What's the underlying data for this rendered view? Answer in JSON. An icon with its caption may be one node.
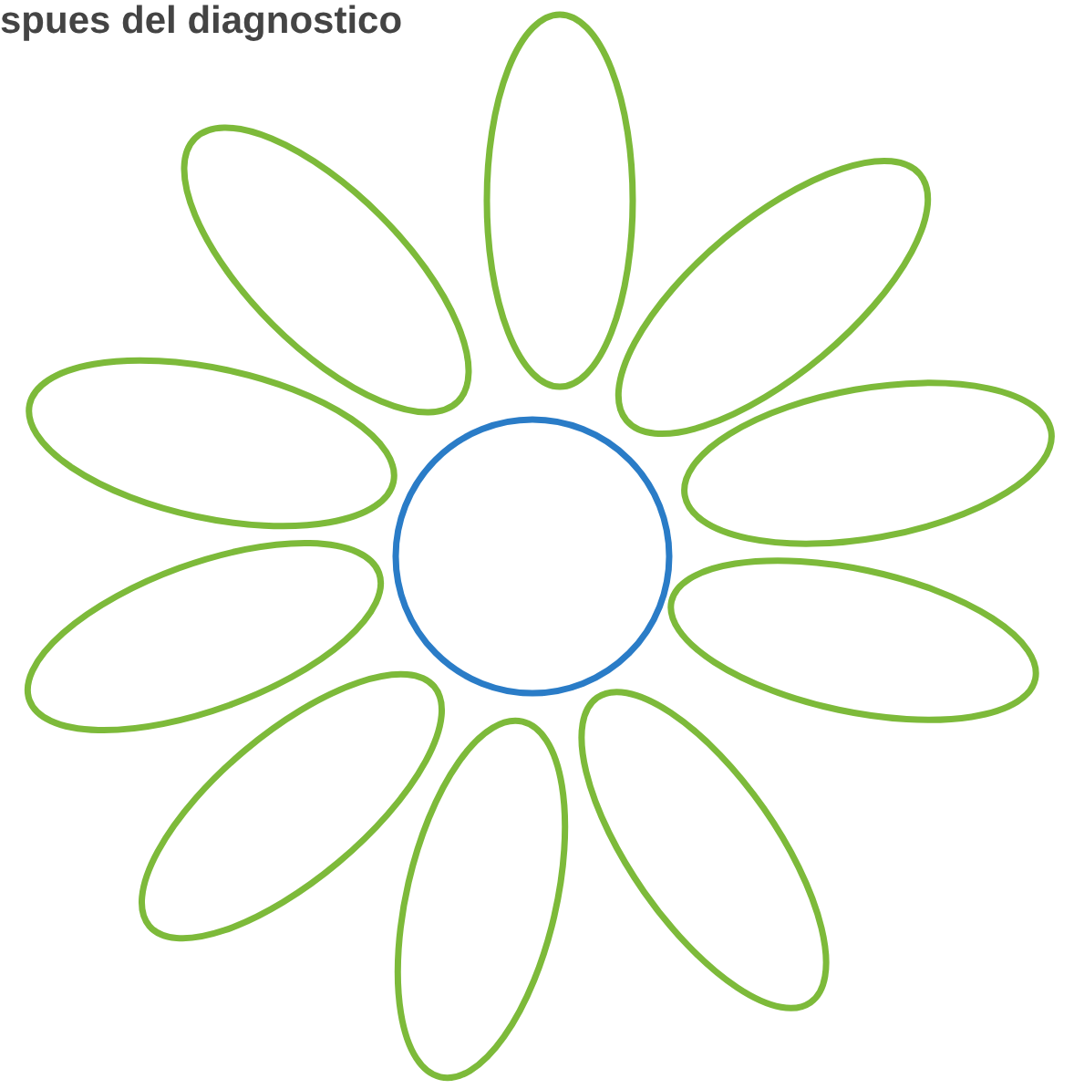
{
  "diagram": {
    "title": "spues del diagnostico",
    "nodes": [
      {
        "text": [],
        "shape": "circle"
      },
      {
        "text": [],
        "shape": "ellipse"
      },
      {
        "text": [],
        "shape": "ellipse"
      },
      {
        "text": [],
        "shape": "ellipse"
      },
      {
        "text": [],
        "shape": "ellipse"
      },
      {
        "text": [],
        "shape": "ellipse"
      },
      {
        "text": [],
        "shape": "ellipse"
      },
      {
        "text": [],
        "shape": "ellipse"
      },
      {
        "text": [],
        "shape": "ellipse"
      },
      {
        "text": [],
        "shape": "ellipse"
      },
      {
        "text": [],
        "shape": "ellipse"
      }
    ],
    "edges": []
  }
}
